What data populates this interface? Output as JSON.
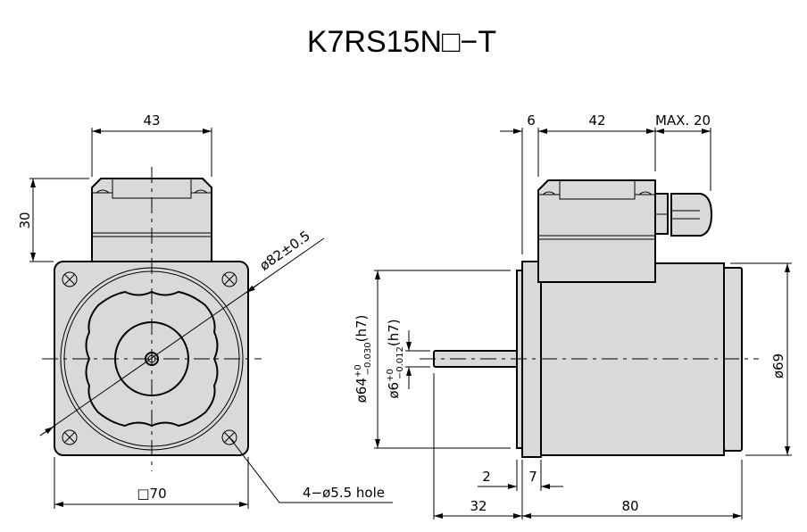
{
  "title": "K7RS15N□−T",
  "front_view": {
    "dim_box_width": "43",
    "dim_box_height": "30",
    "dim_pcd": "ø82±0.5",
    "dim_square": "□70",
    "dim_holes": "4−ø5.5 hole"
  },
  "side_view": {
    "dim_flange": "6",
    "dim_box_length": "42",
    "dim_gland": "MAX. 20",
    "dim_pilot": {
      "base": "ø64",
      "upper": "+0",
      "lower": "−0.030",
      "fit": "(h7)"
    },
    "dim_shaft_dia": {
      "base": "ø6",
      "upper": "+0",
      "lower": "−0.012",
      "fit": "(h7)"
    },
    "dim_body_dia": "ø69",
    "dim_pilot_len": "2",
    "dim_flange_thk": "7",
    "dim_shaft_len": "32",
    "dim_body_len": "80"
  },
  "colors": {
    "body": "#d9d9d9",
    "line": "#000000"
  }
}
